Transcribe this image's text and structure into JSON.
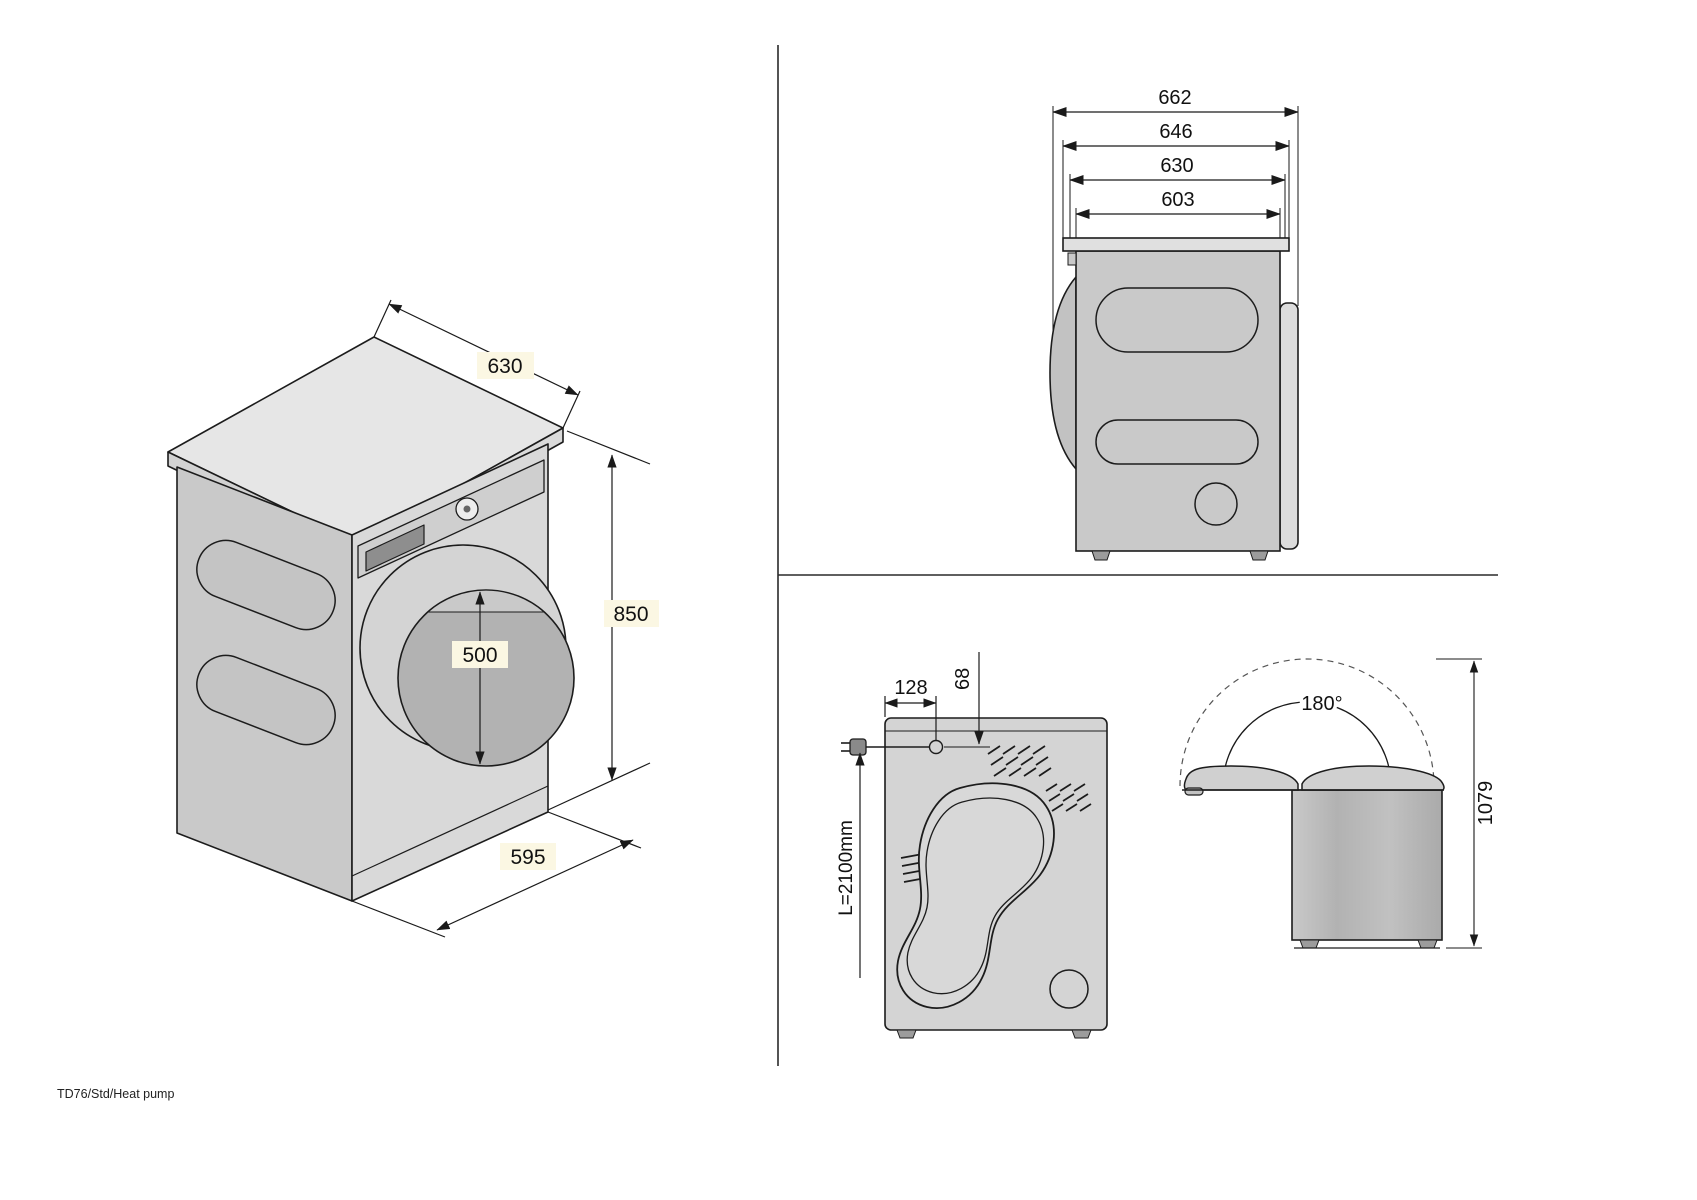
{
  "footer": {
    "model_label": "TD76/Std/Heat pump"
  },
  "isometric_view": {
    "depth": "630",
    "height": "850",
    "door_diameter": "500",
    "width": "595"
  },
  "side_view": {
    "depth_total": "662",
    "depth_646": "646",
    "depth_630": "630",
    "depth_body": "603"
  },
  "rear_view": {
    "cord_x": "128",
    "cord_y": "68",
    "cord_length": "L=2100mm"
  },
  "lid_view": {
    "opening_angle": "180°",
    "open_height": "1079"
  }
}
